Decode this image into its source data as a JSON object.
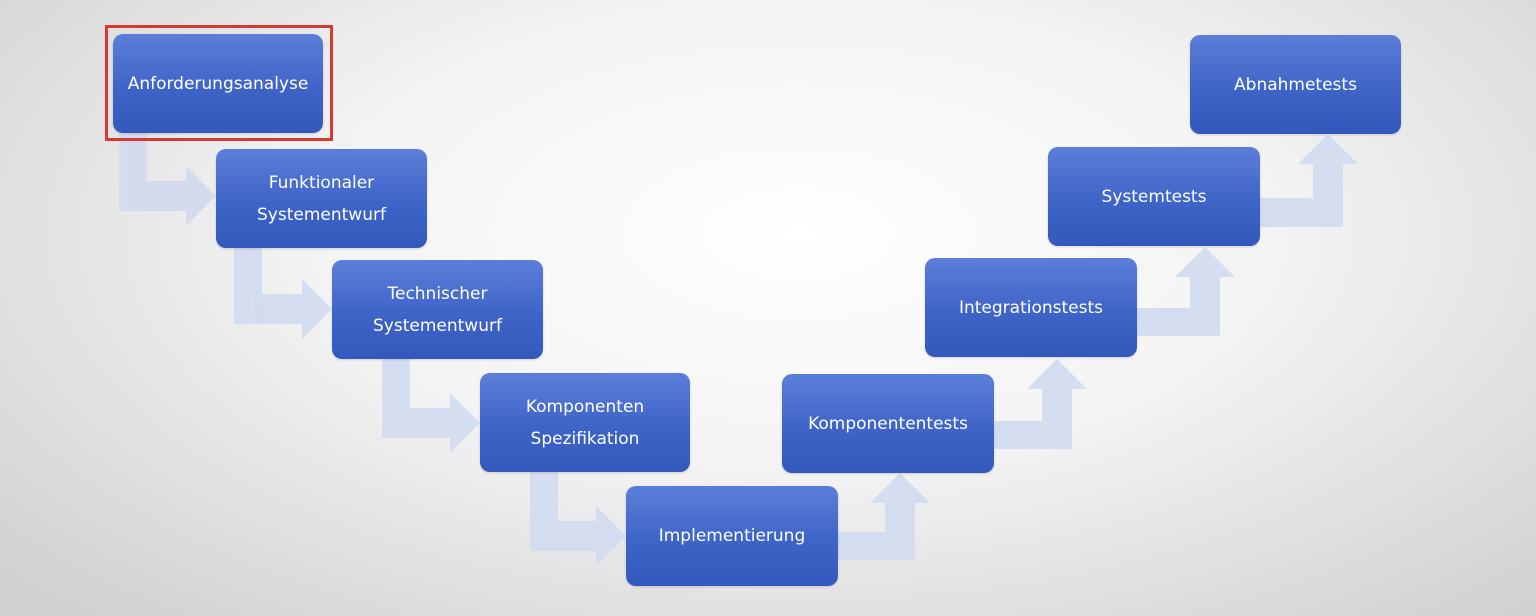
{
  "steps": [
    {
      "label": "Anforderungsanalyse",
      "highlighted": true
    },
    {
      "label": "Funktionaler\nSystementwurf"
    },
    {
      "label": "Technischer\nSystementwurf"
    },
    {
      "label": "Komponenten\nSpezifikation"
    },
    {
      "label": "Implementierung"
    },
    {
      "label": "Komponententests"
    },
    {
      "label": "Integrationstests"
    },
    {
      "label": "Systemtests"
    },
    {
      "label": "Abnahmetests"
    }
  ],
  "colors": {
    "box": "#4169cf",
    "arrow": "#d2daee",
    "highlight": "#d63a2e"
  }
}
